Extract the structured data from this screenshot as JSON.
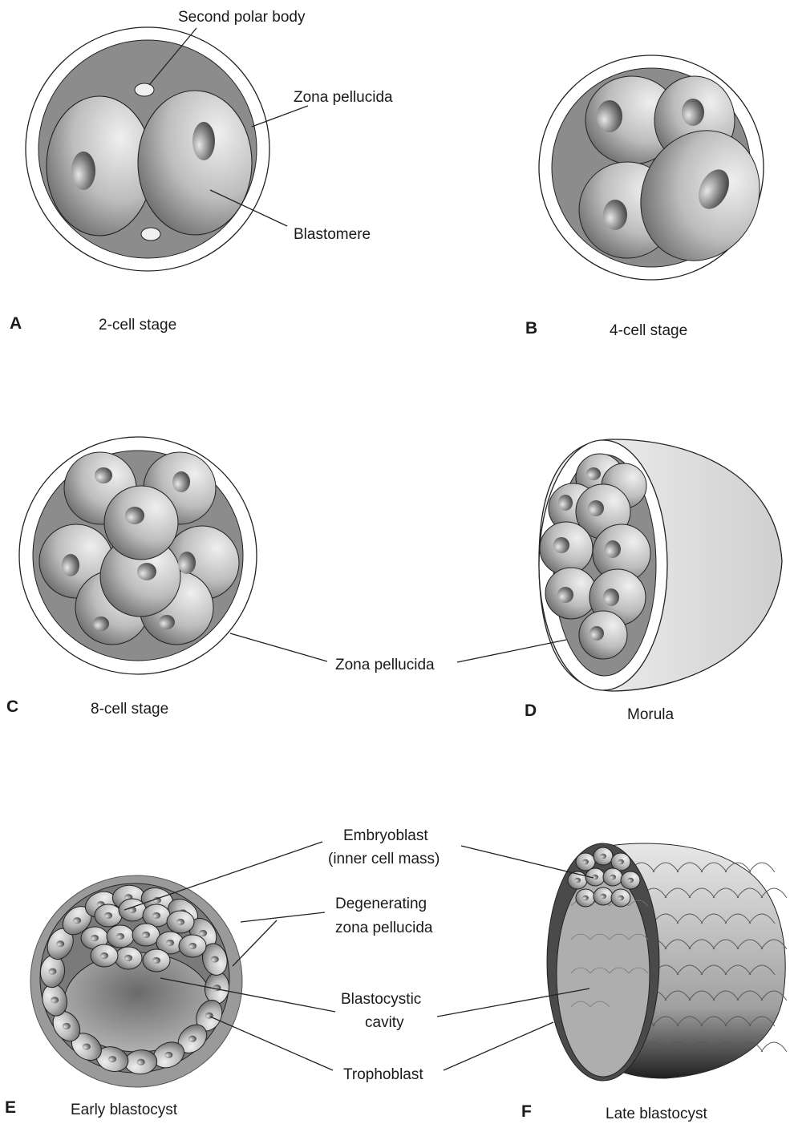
{
  "panels": {
    "a": {
      "letter": "A",
      "caption": "2-cell stage"
    },
    "b": {
      "letter": "B",
      "caption": "4-cell stage"
    },
    "c": {
      "letter": "C",
      "caption": "8-cell stage"
    },
    "d": {
      "letter": "D",
      "caption": "Morula"
    },
    "e": {
      "letter": "E",
      "caption": "Early blastocyst"
    },
    "f": {
      "letter": "F",
      "caption": "Late blastocyst"
    }
  },
  "labels": {
    "second_polar_body": "Second polar body",
    "zona_pellucida": "Zona pellucida",
    "blastomere": "Blastomere",
    "zona_pellucida_shared": "Zona pellucida",
    "embryoblast_line1": "Embryoblast",
    "embryoblast_line2": "(inner cell mass)",
    "degenerating_line1": "Degenerating",
    "degenerating_line2": "zona pellucida",
    "cavity_line1": "Blastocystic",
    "cavity_line2": "cavity",
    "trophoblast": "Trophoblast"
  },
  "colors": {
    "zona": "#ffffff",
    "perivitelline": "#8c8c8c",
    "cell_light": "#e6e6e6",
    "cell_dark": "#4a4a4a",
    "outline": "#222222"
  }
}
